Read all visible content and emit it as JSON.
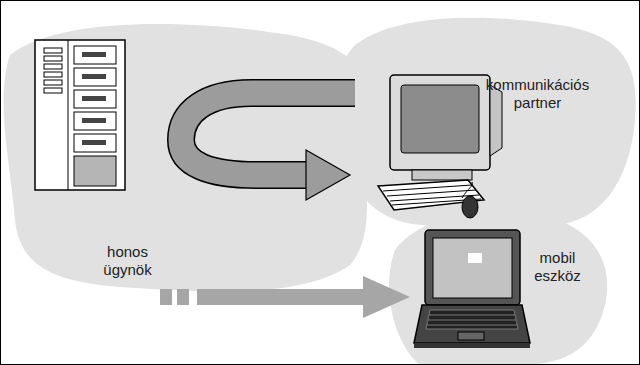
{
  "diagram": {
    "nodes": [
      {
        "text": [
          "honos ügynök"
        ]
      },
      {
        "text": [
          "kommunikációs partner"
        ]
      },
      {
        "text": [
          "mobil eszköz"
        ]
      }
    ],
    "edges": [
      {
        "from": 0,
        "to": 1,
        "arrow": "to"
      },
      {
        "from": 0,
        "to": 2,
        "arrow": "to"
      }
    ]
  }
}
